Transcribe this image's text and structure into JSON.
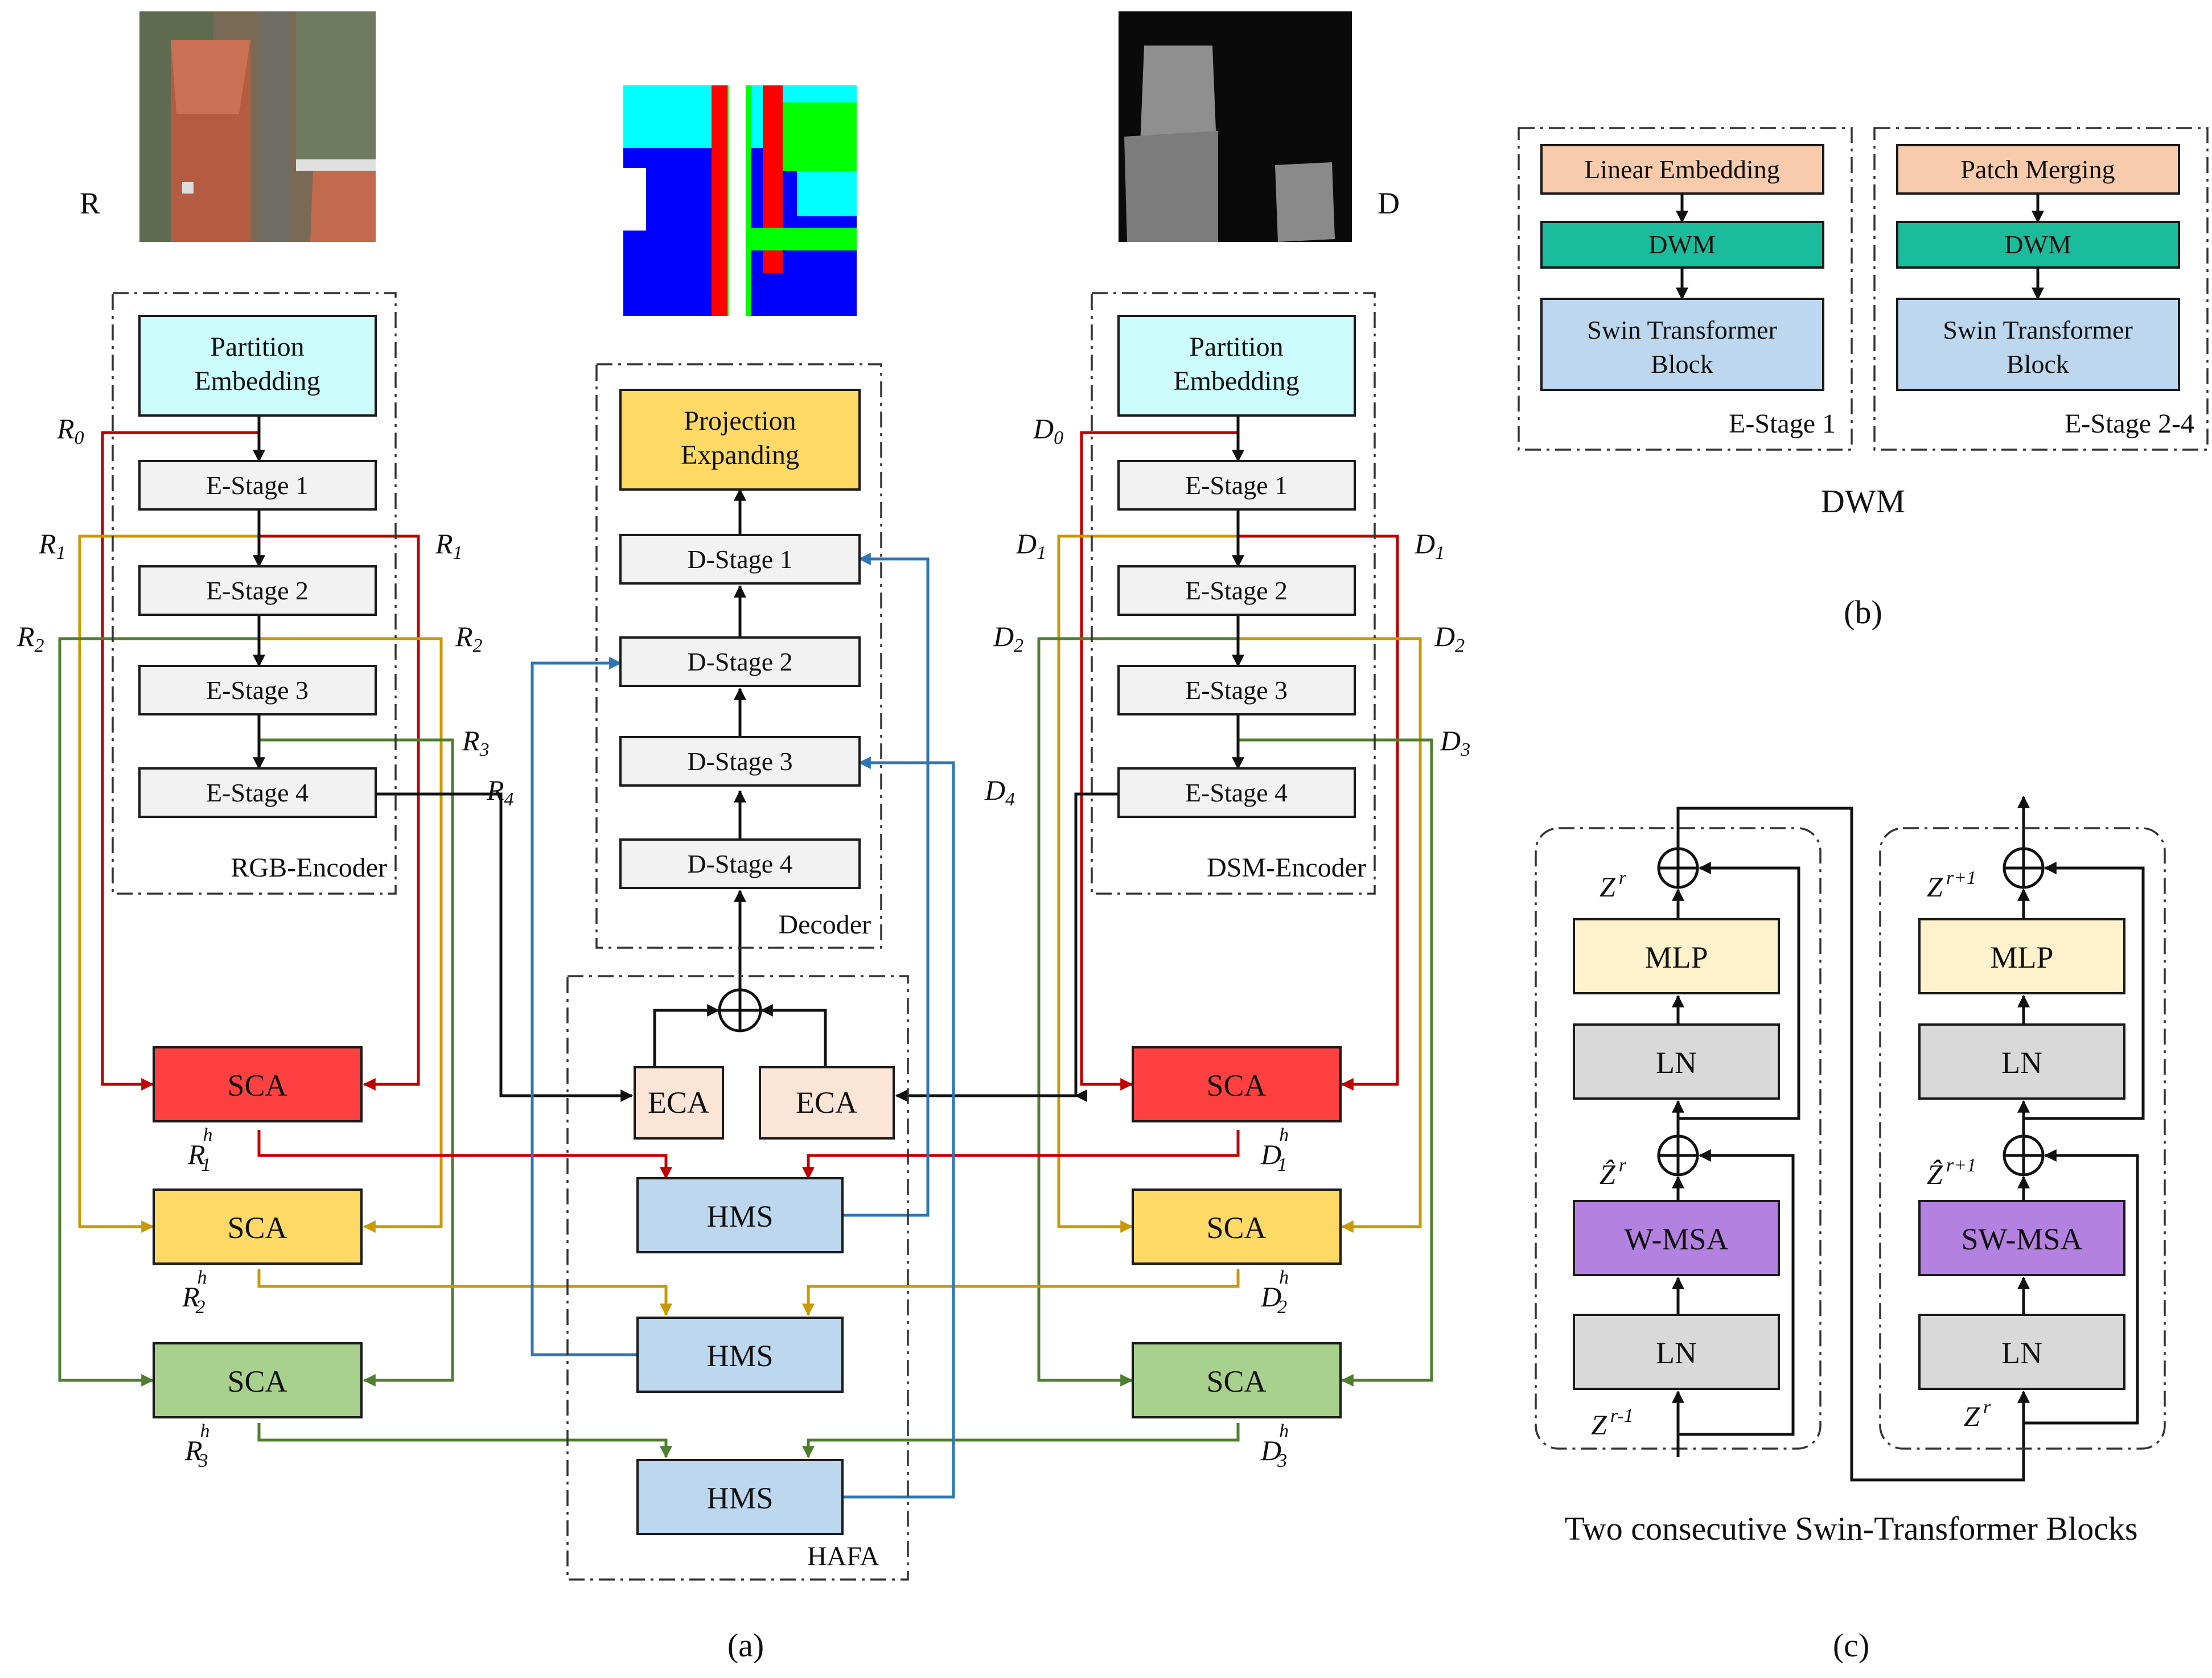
{
  "colors": {
    "partition": "#ccfcfc",
    "stage": "#f2f2f2",
    "projection": "#ffd966",
    "sca_red": "#ff4040",
    "sca_yellow": "#ffd966",
    "sca_green": "#a9d18e",
    "eca": "#fbe5d6",
    "hms": "#bdd7ee",
    "linear_emb": "#f8cbad",
    "dwm": "#1abc9c",
    "mlp": "#fff2cc",
    "ln": "#d9d9d9",
    "msa": "#b381e0",
    "wire_red": "#c00000",
    "wire_yellow": "#c99a00",
    "wire_green": "#4e7f2e",
    "wire_blue": "#2e75b6",
    "wire_black": "#111111"
  },
  "images": {
    "rgb_label": "R",
    "dsm_label": "D"
  },
  "rgb_encoder": {
    "title": "RGB-Encoder",
    "partition_line1": "Partition",
    "partition_line2": "Embedding",
    "stages": [
      "E-Stage 1",
      "E-Stage 2",
      "E-Stage 3",
      "E-Stage 4"
    ],
    "tap_labels": {
      "r0": "R",
      "r0_sub": "0",
      "r1": "R",
      "r1_sub": "1",
      "r2": "R",
      "r2_sub": "2",
      "r3": "R",
      "r3_sub": "3",
      "r4": "R",
      "r4_sub": "4"
    }
  },
  "dsm_encoder": {
    "title": "DSM-Encoder",
    "partition_line1": "Partition",
    "partition_line2": "Embedding",
    "stages": [
      "E-Stage 1",
      "E-Stage 2",
      "E-Stage 3",
      "E-Stage 4"
    ],
    "tap_labels": {
      "d0": "D",
      "d0_sub": "0",
      "d1": "D",
      "d1_sub": "1",
      "d2": "D",
      "d2_sub": "2",
      "d3": "D",
      "d3_sub": "3",
      "d4": "D",
      "d4_sub": "4"
    }
  },
  "decoder": {
    "title": "Decoder",
    "projection_line1": "Projection",
    "projection_line2": "Expanding",
    "stages": [
      "D-Stage 1",
      "D-Stage 2",
      "D-Stage 3",
      "D-Stage 4"
    ]
  },
  "hafa": {
    "title": "HAFA",
    "eca": "ECA",
    "hms": "HMS"
  },
  "sca": {
    "label": "SCA",
    "r_out": [
      "R",
      "R",
      "R"
    ],
    "r_out_sup": "h",
    "r_out_sub": [
      "1",
      "2",
      "3"
    ],
    "d_out": [
      "D",
      "D",
      "D"
    ],
    "d_out_sup": "h",
    "d_out_sub": [
      "1",
      "2",
      "3"
    ]
  },
  "dwm": {
    "caption": "DWM",
    "panel_label": "(b)",
    "left": {
      "top": "Linear Embedding",
      "mid": "DWM",
      "bottom_line1": "Swin Transformer",
      "bottom_line2": "Block",
      "stage_label": "E-Stage 1"
    },
    "right": {
      "top": "Patch Merging",
      "mid": "DWM",
      "bottom_line1": "Swin Transformer",
      "bottom_line2": "Block",
      "stage_label": "E-Stage 2-4"
    }
  },
  "swin": {
    "caption": "Two consecutive Swin-Transformer Blocks",
    "panel_label": "(c)",
    "left": {
      "mlp": "MLP",
      "ln": "LN",
      "msa": "W-MSA",
      "z_out": "Z",
      "z_out_sup": "r",
      "z_hat": "Ẑ",
      "z_hat_sup": "r",
      "z_in": "Z",
      "z_in_sup": "r-1"
    },
    "right": {
      "mlp": "MLP",
      "ln": "LN",
      "msa": "SW-MSA",
      "z_out": "Z",
      "z_out_sup": "r+1",
      "z_hat": "Ẑ",
      "z_hat_sup": "r+1",
      "z_in": "Z",
      "z_in_sup": "r"
    }
  },
  "panel_a_label": "(a)"
}
